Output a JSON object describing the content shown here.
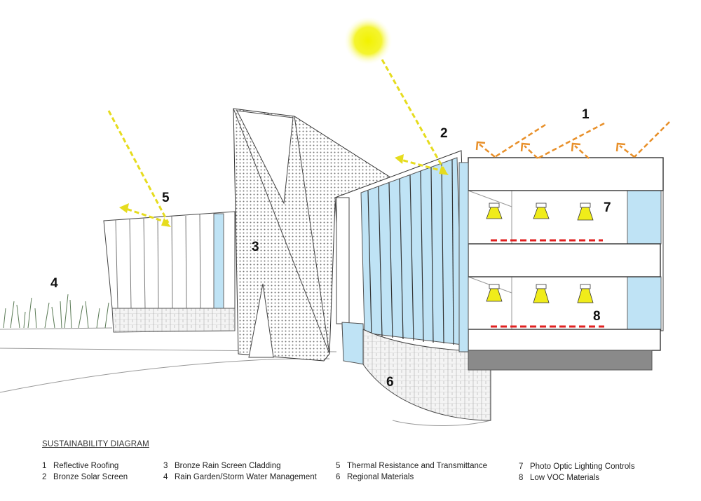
{
  "title": "SUSTAINABILITY DIAGRAM",
  "callouts": [
    "1",
    "2",
    "3",
    "4",
    "5",
    "6",
    "7",
    "8"
  ],
  "legend": [
    {
      "num": "1",
      "label": "Reflective Roofing"
    },
    {
      "num": "2",
      "label": "Bronze Solar Screen"
    },
    {
      "num": "3",
      "label": "Bronze Rain Screen Cladding"
    },
    {
      "num": "4",
      "label": "Rain Garden/Storm Water Management"
    },
    {
      "num": "5",
      "label": "Thermal Resistance and Transmittance"
    },
    {
      "num": "6",
      "label": "Regional Materials"
    },
    {
      "num": "7",
      "label": "Photo Optic Lighting Controls"
    },
    {
      "num": "8",
      "label": "Low VOC Materials"
    }
  ],
  "colors": {
    "sun": "#f2f200",
    "solar_arrow": "#e6dc1e",
    "roof_arrow": "#e8902a",
    "voc_line": "#e02020",
    "glass": "#bfe3f5",
    "base": "#8a8a8a"
  }
}
